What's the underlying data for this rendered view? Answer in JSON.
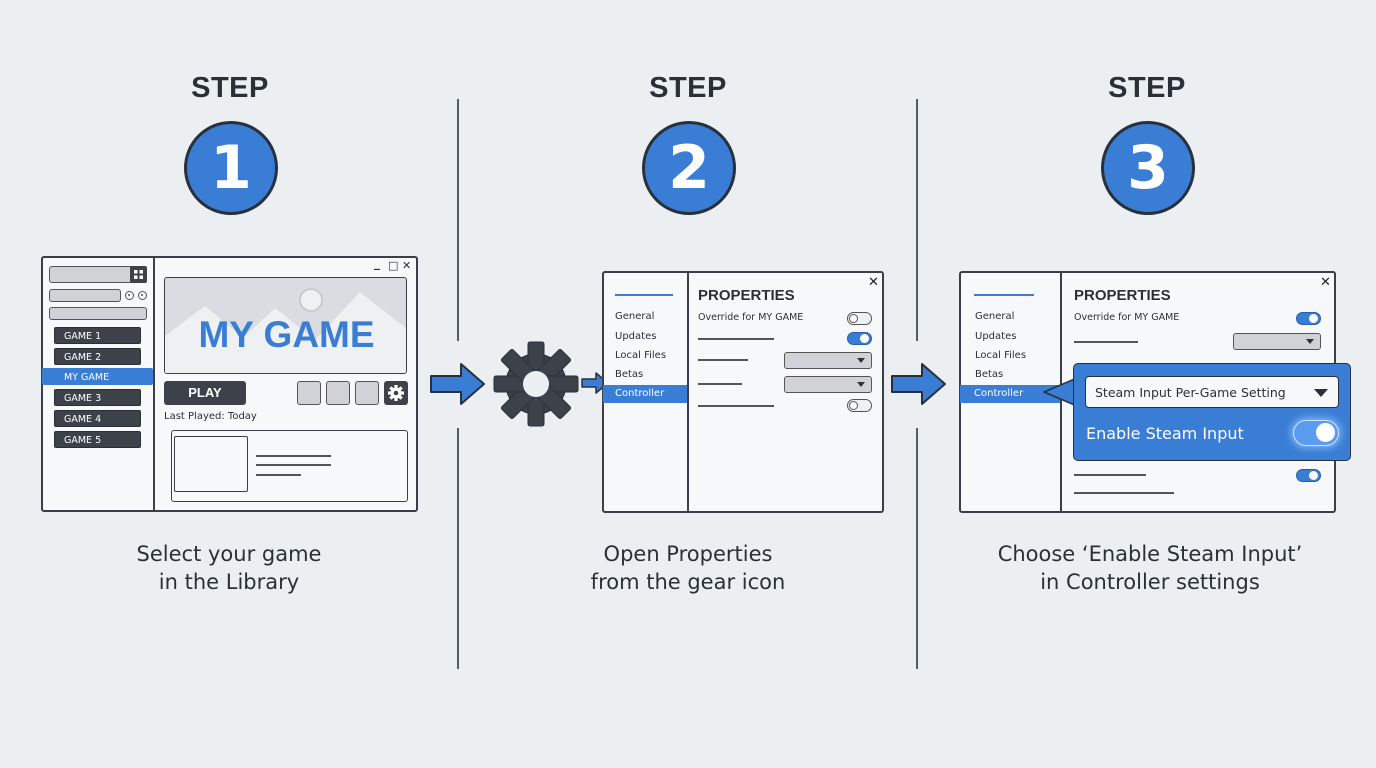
{
  "steps": [
    {
      "label": "STEP",
      "number": "1",
      "caption_line1": "Select your game",
      "caption_line2": "in the Library"
    },
    {
      "label": "STEP",
      "number": "2",
      "caption_line1": "Open Properties",
      "caption_line2": "from the gear icon"
    },
    {
      "label": "STEP",
      "number": "3",
      "caption_line1": "Choose ‘Enable Steam Input’",
      "caption_line2": "in Controller settings"
    }
  ],
  "library": {
    "games": [
      "GAME 1",
      "GAME 2",
      "MY GAME",
      "GAME 3",
      "GAME 4",
      "GAME 5"
    ],
    "selected": "MY GAME",
    "hero_title": "MY GAME",
    "play_label": "PLAY",
    "last_played": "Last Played: Today",
    "window_controls": [
      "_",
      "□",
      "✕"
    ]
  },
  "properties": {
    "title": "PROPERTIES",
    "menu": [
      "General",
      "Updates",
      "Local Files",
      "Betas",
      "Controller"
    ],
    "selected": "Controller",
    "override_label": "Override for MY GAME",
    "close": "✕"
  },
  "controller_popup": {
    "dropdown_label": "Steam Input Per-Game Setting",
    "toggle_label": "Enable Steam Input"
  },
  "colors": {
    "accent": "#3a7dd4",
    "dark": "#2b2f36",
    "background": "#eceff2"
  },
  "icons": [
    "gear-icon",
    "arrow-right-icon",
    "grid-icon",
    "mountain-icon"
  ]
}
